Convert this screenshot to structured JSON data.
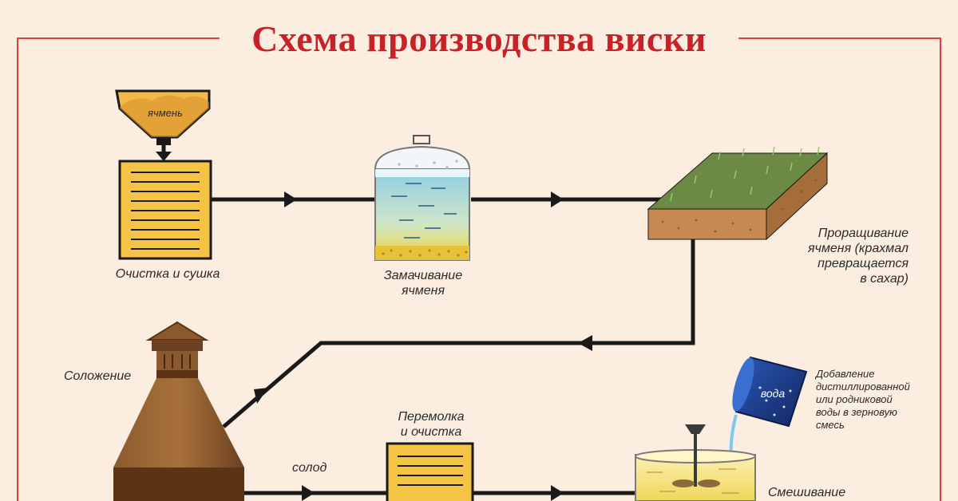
{
  "title": "Схема производства виски",
  "steps": {
    "hopper": "ячмень",
    "cleaning": "Очистка и сушка",
    "soaking": [
      "Замачивание",
      "ячменя"
    ],
    "germination": [
      "Проращивание",
      "ячменя (крахмал",
      "превращается",
      "в сахар)"
    ],
    "malting": "Соложение",
    "grinding": [
      "Перемолка",
      "и очистка"
    ],
    "malt": "солод",
    "water_bucket": "вода",
    "water_note": [
      "Добавление",
      "дистиллированной",
      "или родниковой",
      "воды в зерновую",
      "смесь"
    ],
    "mixing": "Смешивание"
  },
  "colors": {
    "title": "#c62227",
    "background": "#fbeee0",
    "frame": "#d9403c",
    "line": "#1a1a1a",
    "box_fill": "#f6c445",
    "malt_kiln": "#7a4a22",
    "soil": "#c78a52",
    "grass": "#5a8a3a",
    "bucket": "#1f3f8f"
  }
}
